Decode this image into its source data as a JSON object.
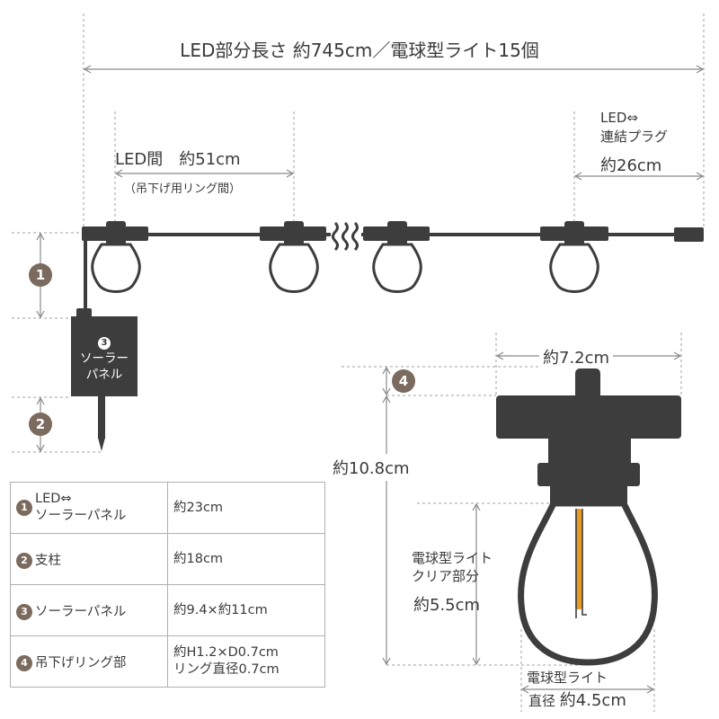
{
  "top_dimension": "LED部分長さ 約745cm／電球型ライト15個",
  "spacing": {
    "label": "LED間　約51cm",
    "sublabel": "（吊下げ用リング間）"
  },
  "plug": {
    "line1": "LED⇔",
    "line2": "連結プラグ",
    "length": "約26cm"
  },
  "panel_label": {
    "number": "3",
    "line1": "ソーラー",
    "line2": "パネル"
  },
  "callouts": [
    "1",
    "2",
    "4"
  ],
  "bulb": {
    "width": "約7.2cm",
    "height": "約10.8cm",
    "clear_line1": "電球型ライト",
    "clear_line2": "クリア部分",
    "clear_length": "約5.5cm",
    "diameter_line1": "電球型ライト",
    "diameter_prefix": "直径",
    "diameter_value": "約4.5cm"
  },
  "table": [
    {
      "num": "1",
      "name_line1": "LED⇔",
      "name_line2": "ソーラーパネル",
      "value_line1": "約23cm",
      "value_line2": ""
    },
    {
      "num": "2",
      "name_line1": "支柱",
      "name_line2": "",
      "value_line1": "約18cm",
      "value_line2": ""
    },
    {
      "num": "3",
      "name_line1": "ソーラーパネル",
      "name_line2": "",
      "value_line1": "約9.4×約11cm",
      "value_line2": ""
    },
    {
      "num": "4",
      "name_line1": "吊下げリング部",
      "name_line2": "",
      "value_line1": "約H1.2×D0.7cm",
      "value_line2": "リング直径0.7cm"
    }
  ],
  "colors": {
    "product": "#3d3d3d",
    "filament": "#e69a28",
    "dimension_line": "#8a8a8a",
    "callout": "#7b6a5e"
  }
}
